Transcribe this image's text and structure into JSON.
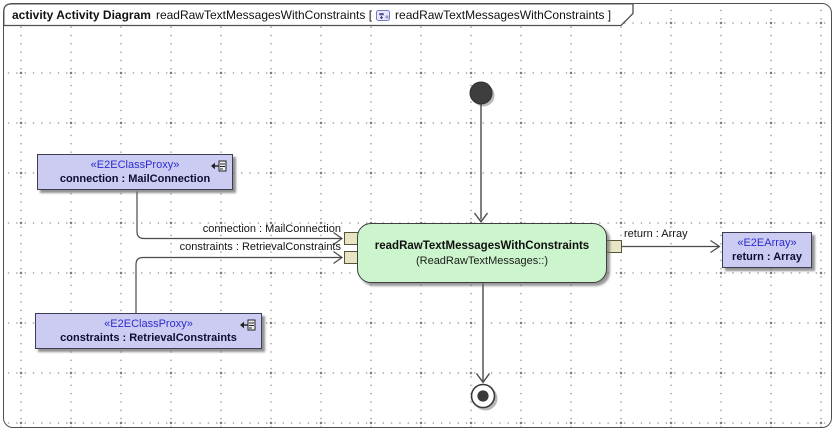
{
  "frame": {
    "heading": {
      "keyword": "activity Activity Diagram",
      "diagram_name_with_bracket": "readRawTextMessagesWithConstraints [",
      "context_name_with_bracket": "readRawTextMessagesWithConstraints ]"
    }
  },
  "nodes": {
    "connection_proxy": {
      "stereotype": "«E2EClassProxy»",
      "name": "connection : MailConnection"
    },
    "constraints_proxy": {
      "stereotype": "«E2EClassProxy»",
      "name": "constraints : RetrievalConstraints"
    },
    "action": {
      "name": "readRawTextMessagesWithConstraints",
      "namespace": "(ReadRawTextMessages::)"
    },
    "return_array": {
      "stereotype": "«E2EArray»",
      "name": "return : Array"
    }
  },
  "edges": {
    "connection": {
      "label": "connection : MailConnection"
    },
    "constraints": {
      "label": "constraints : RetrievalConstraints"
    },
    "return": {
      "label": "return : Array"
    }
  },
  "icons": {
    "heading_icon": "activity-diagram-icon",
    "proxy_corner_icon": "link-into-structure-icon"
  },
  "colors": {
    "object_node_fill": "#ccccf2",
    "action_fill": "#cdf5cd",
    "pin_fill": "#e8e4c4",
    "stereotype_text": "#2b2bd0",
    "line": "#4a4a4a",
    "grid_dot": "#9a9a9a",
    "shadow": "#6e6e6e"
  }
}
